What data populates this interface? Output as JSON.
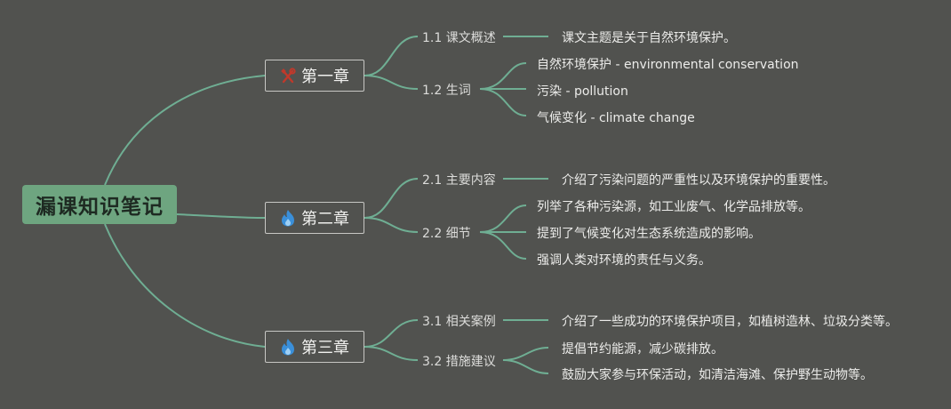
{
  "root": {
    "title": "漏课知识笔记"
  },
  "colors": {
    "background": "#51524f",
    "line": "#6fae93",
    "root_fill": "#6ea580"
  },
  "chapters": [
    {
      "title": "第一章",
      "icon": "tools-icon",
      "subs": [
        {
          "label": "1.1 课文概述",
          "leaves": [
            "课文主题是关于自然环境保护。"
          ]
        },
        {
          "label": "1.2 生词",
          "leaves": [
            "自然环境保护 - environmental conservation",
            "污染 - pollution",
            "气候变化 - climate change"
          ]
        }
      ]
    },
    {
      "title": "第二章",
      "icon": "fire-icon",
      "subs": [
        {
          "label": "2.1 主要内容",
          "leaves": [
            "介绍了污染问题的严重性以及环境保护的重要性。"
          ]
        },
        {
          "label": "2.2 细节",
          "leaves": [
            "列举了各种污染源，如工业废气、化学品排放等。",
            "提到了气候变化对生态系统造成的影响。",
            "强调人类对环境的责任与义务。"
          ]
        }
      ]
    },
    {
      "title": "第三章",
      "icon": "fire-icon",
      "subs": [
        {
          "label": "3.1 相关案例",
          "leaves": [
            "介绍了一些成功的环境保护项目，如植树造林、垃圾分类等。"
          ]
        },
        {
          "label": "3.2 措施建议",
          "leaves": [
            "提倡节约能源，减少碳排放。",
            "鼓励大家参与环保活动，如清洁海滩、保护野生动物等。"
          ]
        }
      ]
    }
  ]
}
